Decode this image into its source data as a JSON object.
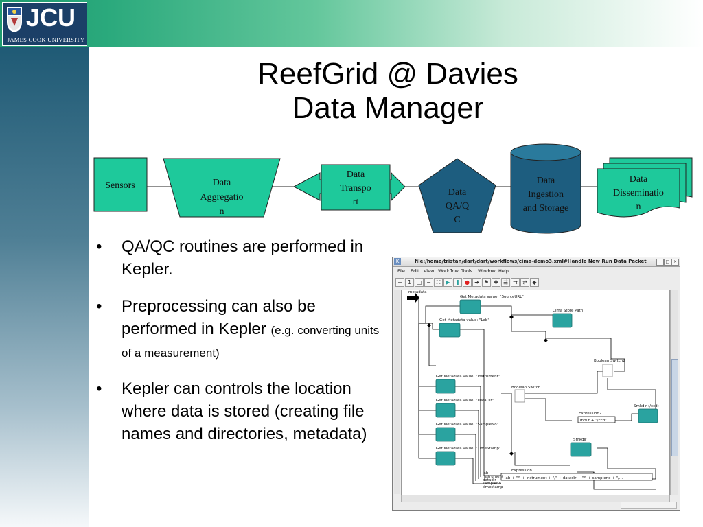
{
  "logo": {
    "mark": "JCU",
    "subtitle": "JAMES COOK UNIVERSITY"
  },
  "title": {
    "line1": "ReefGrid @ Davies",
    "line2": "Data Manager"
  },
  "pipeline": {
    "sensors": "Sensors",
    "aggregation": [
      "Data",
      "Aggregatio",
      "n"
    ],
    "transport": [
      "Data",
      "Transpo",
      "rt"
    ],
    "qaqc": [
      "Data",
      "QA/Q",
      "C"
    ],
    "ingestion": [
      "Data",
      "Ingestion",
      "and Storage"
    ],
    "dissemination": [
      "Data",
      "Disseminatio",
      "n"
    ],
    "colors": {
      "box": "#1ec99b",
      "dark": "#1d5d7f",
      "stroke": "#222222"
    }
  },
  "bullets": [
    {
      "text": "QA/QC routines are performed in Kepler.",
      "small": ""
    },
    {
      "text": "Preprocessing can also be performed in Kepler ",
      "small": "(e.g. converting units of a measurement)"
    },
    {
      "text": "Kepler can controls the location where data is stored (creating file names and directories, metadata)",
      "small": ""
    }
  ],
  "bullet_glyph": "•",
  "kepler": {
    "title": "file:/home/tristan/dart/dart/workflows/cima-demo3.xml#Handle New Run Data Packet",
    "app_icon": "K",
    "window_buttons": [
      "_",
      "□",
      "×"
    ],
    "menu": [
      "File",
      "Edit",
      "View",
      "Workflow",
      "Tools",
      "Window",
      "Help"
    ],
    "canvas": {
      "port_label": "metadata",
      "actors": [
        "Get Metadata value: \"SourceURL\"",
        "Get Metadata value: \"Lab\"",
        "Get Metadata value: \"Instrument\"",
        "Get Metadata value: \"DataDir\"",
        "Get Metadata value: \"SampleNo\"",
        "Get Metadata value: \"TimeStamp\"",
        "Cima Store Path",
        "Boolean Switch2",
        "Boolean Switch",
        "Expression2",
        "Smkdir (/ccd)",
        "Smkdir",
        "Expression"
      ],
      "expression2_value": "input + \"/ccd\"",
      "expression_value": "lab + \"/\" + instrument + \"/\" + datadir + \"/\" + sampleno + \"/...",
      "expression_inputs": [
        "lab",
        "instrument",
        "datadir",
        "sampleno",
        "timestamp"
      ]
    },
    "actor_color": "#2aa3a0"
  }
}
